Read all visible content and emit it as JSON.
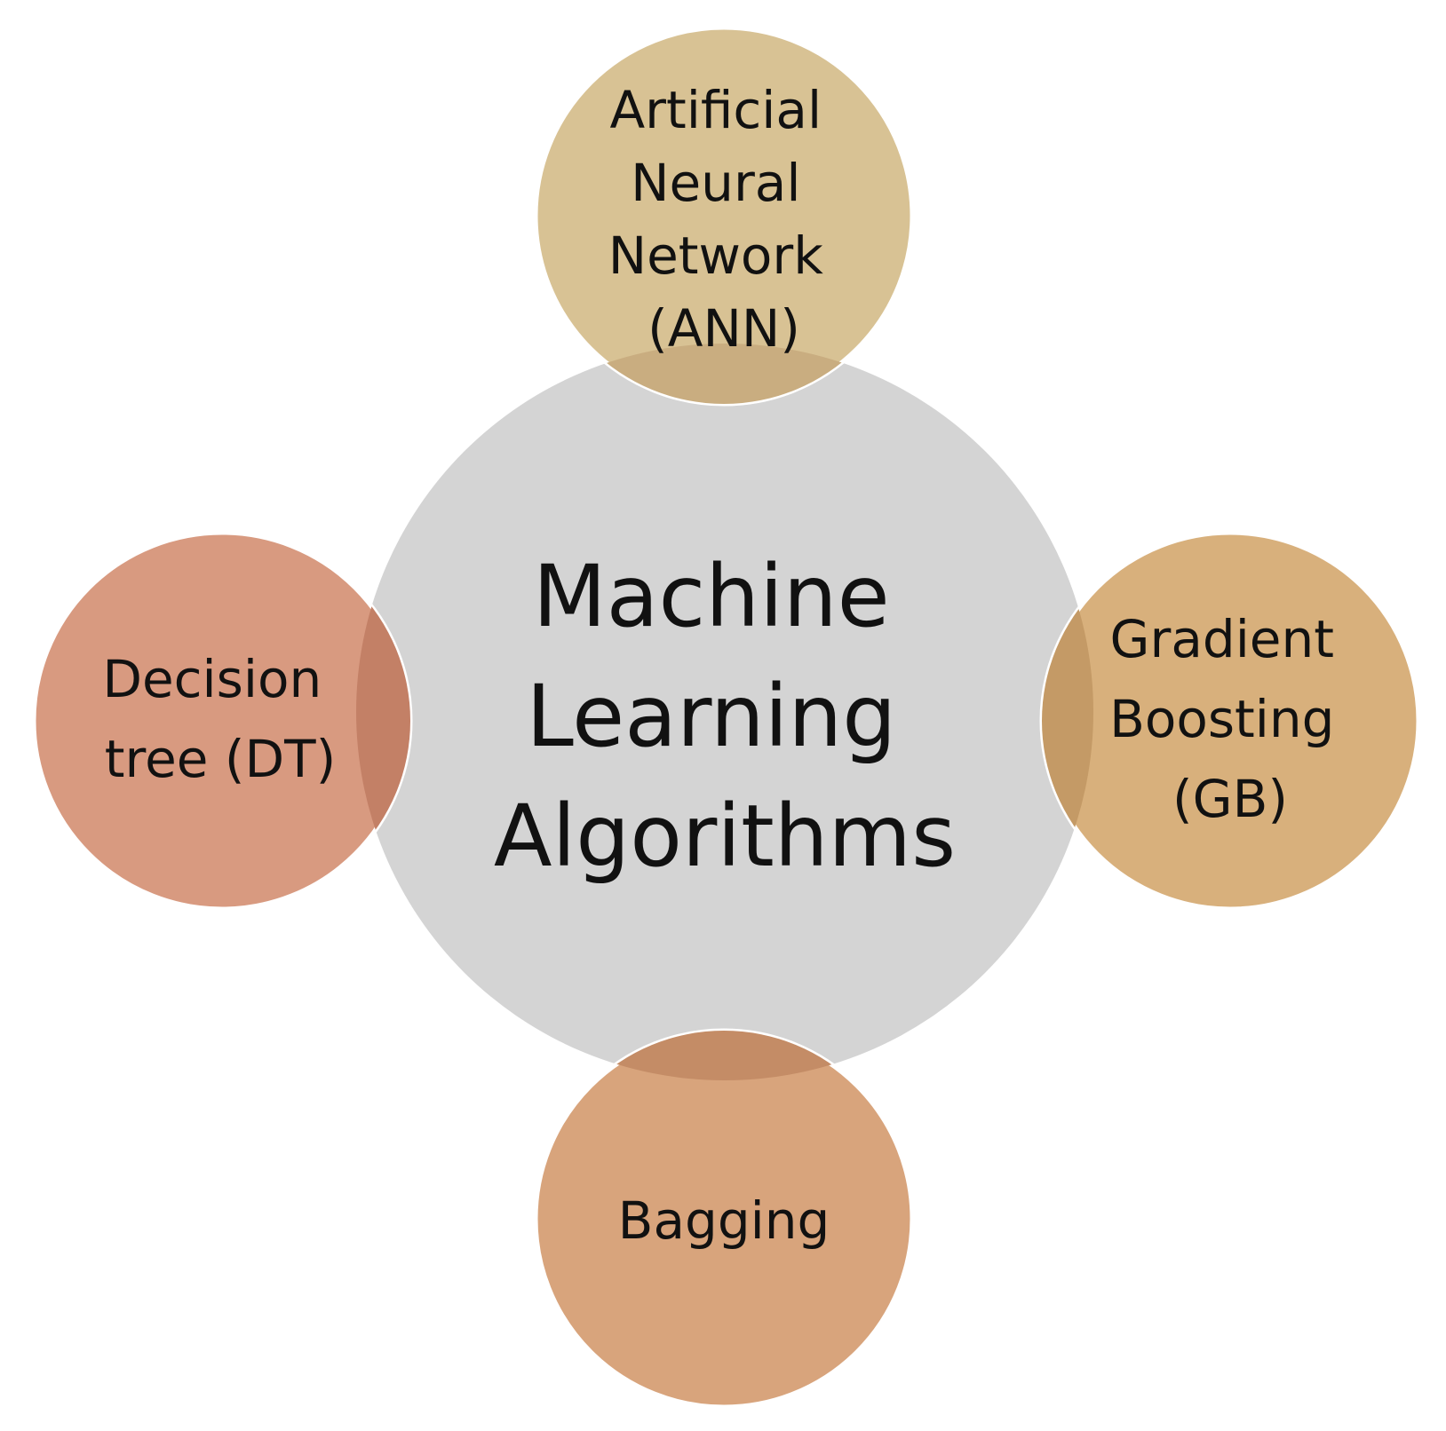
{
  "center": {
    "lines": [
      "Machine",
      "Learning",
      "Algorithms"
    ],
    "color": "#d4d4d4"
  },
  "nodes": [
    {
      "id": "ann",
      "lines": [
        "Artificial",
        "Neural",
        "Network",
        "(ANN)"
      ],
      "color": "#d8c294",
      "overlap_color": "#c9ad80"
    },
    {
      "id": "gb",
      "lines": [
        "Gradient",
        "Boosting",
        "(GB)"
      ],
      "color": "#d8b07c",
      "overlap_color": "#c49a66"
    },
    {
      "id": "bagging",
      "lines": [
        "Bagging"
      ],
      "color": "#d8a47c",
      "overlap_color": "#c48c66"
    },
    {
      "id": "dt",
      "lines": [
        "Decision",
        "tree (DT)"
      ],
      "color": "#d89a80",
      "overlap_color": "#c38066"
    }
  ]
}
